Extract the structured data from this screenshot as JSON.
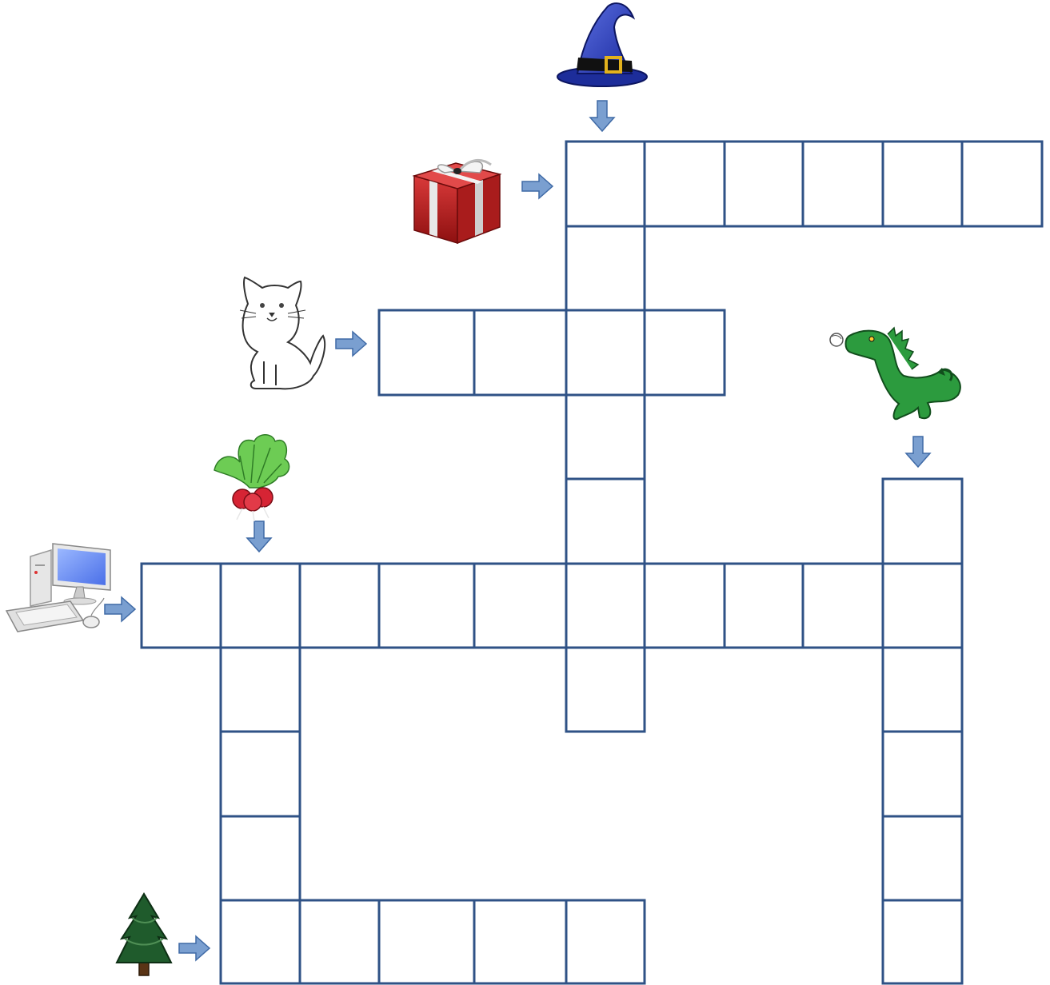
{
  "puzzle": {
    "type": "picture-crossword",
    "colors": {
      "grid": "#2f5286",
      "arrow_fill": "#7a9fd0",
      "arrow_stroke": "#3f6aa6"
    },
    "clues": [
      {
        "id": "hat",
        "picture": "wizard-hat-icon",
        "direction": "down",
        "answer_length": 7
      },
      {
        "id": "gift",
        "picture": "gift-box-icon",
        "direction": "across",
        "answer_length": 6
      },
      {
        "id": "cat",
        "picture": "kitten-icon",
        "direction": "across",
        "answer_length": 4
      },
      {
        "id": "dragon",
        "picture": "dragon-icon",
        "direction": "down",
        "answer_length": 6
      },
      {
        "id": "radish",
        "picture": "radish-icon",
        "direction": "down",
        "answer_length": 5
      },
      {
        "id": "computer",
        "picture": "computer-icon",
        "direction": "across",
        "answer_length": 10
      },
      {
        "id": "tree",
        "picture": "fir-tree-icon",
        "direction": "across",
        "answer_length": 5
      }
    ]
  }
}
